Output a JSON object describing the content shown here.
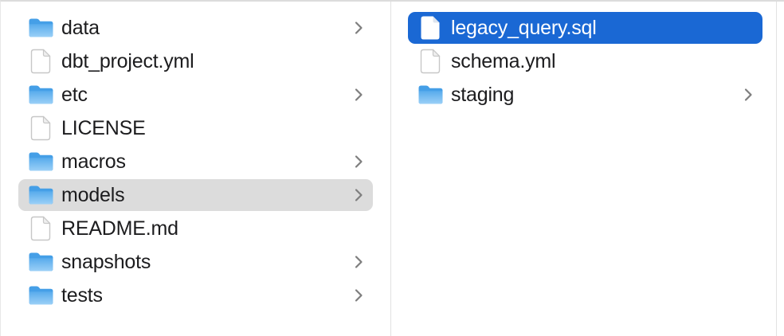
{
  "window": {
    "view": "finder-column-view"
  },
  "colors": {
    "selection_blue": "#1a68d4",
    "selection_gray": "#dcdcdc",
    "text": "#1c1c1e",
    "text_selected": "#ffffff",
    "divider": "#e2e2e2",
    "chevron": "#7e7e7e",
    "folder_blue_top": "#459fe7",
    "folder_blue_body": "#8fc8f5"
  },
  "columns": [
    {
      "name": "left",
      "items": [
        {
          "label": "data",
          "type": "folder",
          "has_chevron": true,
          "selected": false,
          "selection_style": null
        },
        {
          "label": "dbt_project.yml",
          "type": "file",
          "has_chevron": false,
          "selected": false,
          "selection_style": null
        },
        {
          "label": "etc",
          "type": "folder",
          "has_chevron": true,
          "selected": false,
          "selection_style": null
        },
        {
          "label": "LICENSE",
          "type": "file",
          "has_chevron": false,
          "selected": false,
          "selection_style": null
        },
        {
          "label": "macros",
          "type": "folder",
          "has_chevron": true,
          "selected": false,
          "selection_style": null
        },
        {
          "label": "models",
          "type": "folder",
          "has_chevron": true,
          "selected": true,
          "selection_style": "inactive-gray"
        },
        {
          "label": "README.md",
          "type": "file",
          "has_chevron": false,
          "selected": false,
          "selection_style": null
        },
        {
          "label": "snapshots",
          "type": "folder",
          "has_chevron": true,
          "selected": false,
          "selection_style": null
        },
        {
          "label": "tests",
          "type": "folder",
          "has_chevron": true,
          "selected": false,
          "selection_style": null
        }
      ]
    },
    {
      "name": "right",
      "items": [
        {
          "label": "legacy_query.sql",
          "type": "file",
          "has_chevron": false,
          "selected": true,
          "selection_style": "active-blue"
        },
        {
          "label": "schema.yml",
          "type": "file",
          "has_chevron": false,
          "selected": false,
          "selection_style": null
        },
        {
          "label": "staging",
          "type": "folder",
          "has_chevron": true,
          "selected": false,
          "selection_style": null
        }
      ]
    }
  ]
}
